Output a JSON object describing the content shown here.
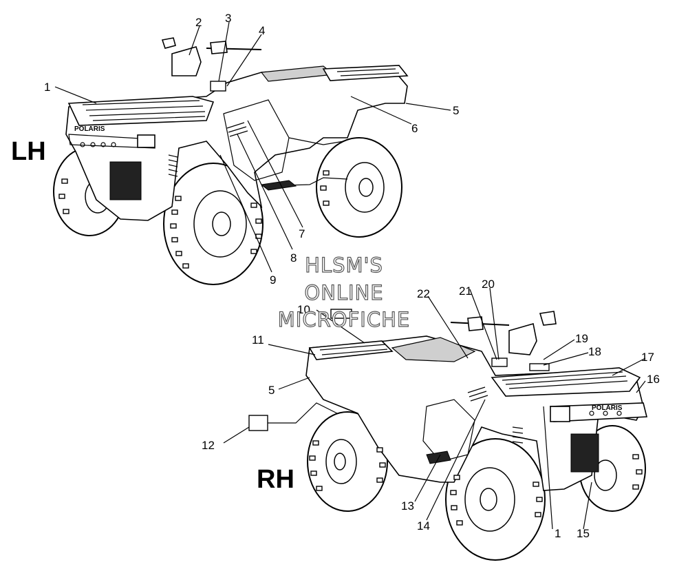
{
  "views": {
    "lh": {
      "label": "LH"
    },
    "rh": {
      "label": "RH"
    }
  },
  "watermark": {
    "line1": "HLSM'S",
    "line2": "ONLINE",
    "line3": "MICROFICHE"
  },
  "callouts": {
    "lh": [
      "1",
      "2",
      "3",
      "4",
      "5",
      "6",
      "7",
      "8",
      "9"
    ],
    "rh": [
      "10",
      "11",
      "5",
      "12",
      "13",
      "14",
      "1",
      "15",
      "16",
      "17",
      "18",
      "19",
      "20",
      "21",
      "22"
    ]
  },
  "brand": "POLARIS"
}
